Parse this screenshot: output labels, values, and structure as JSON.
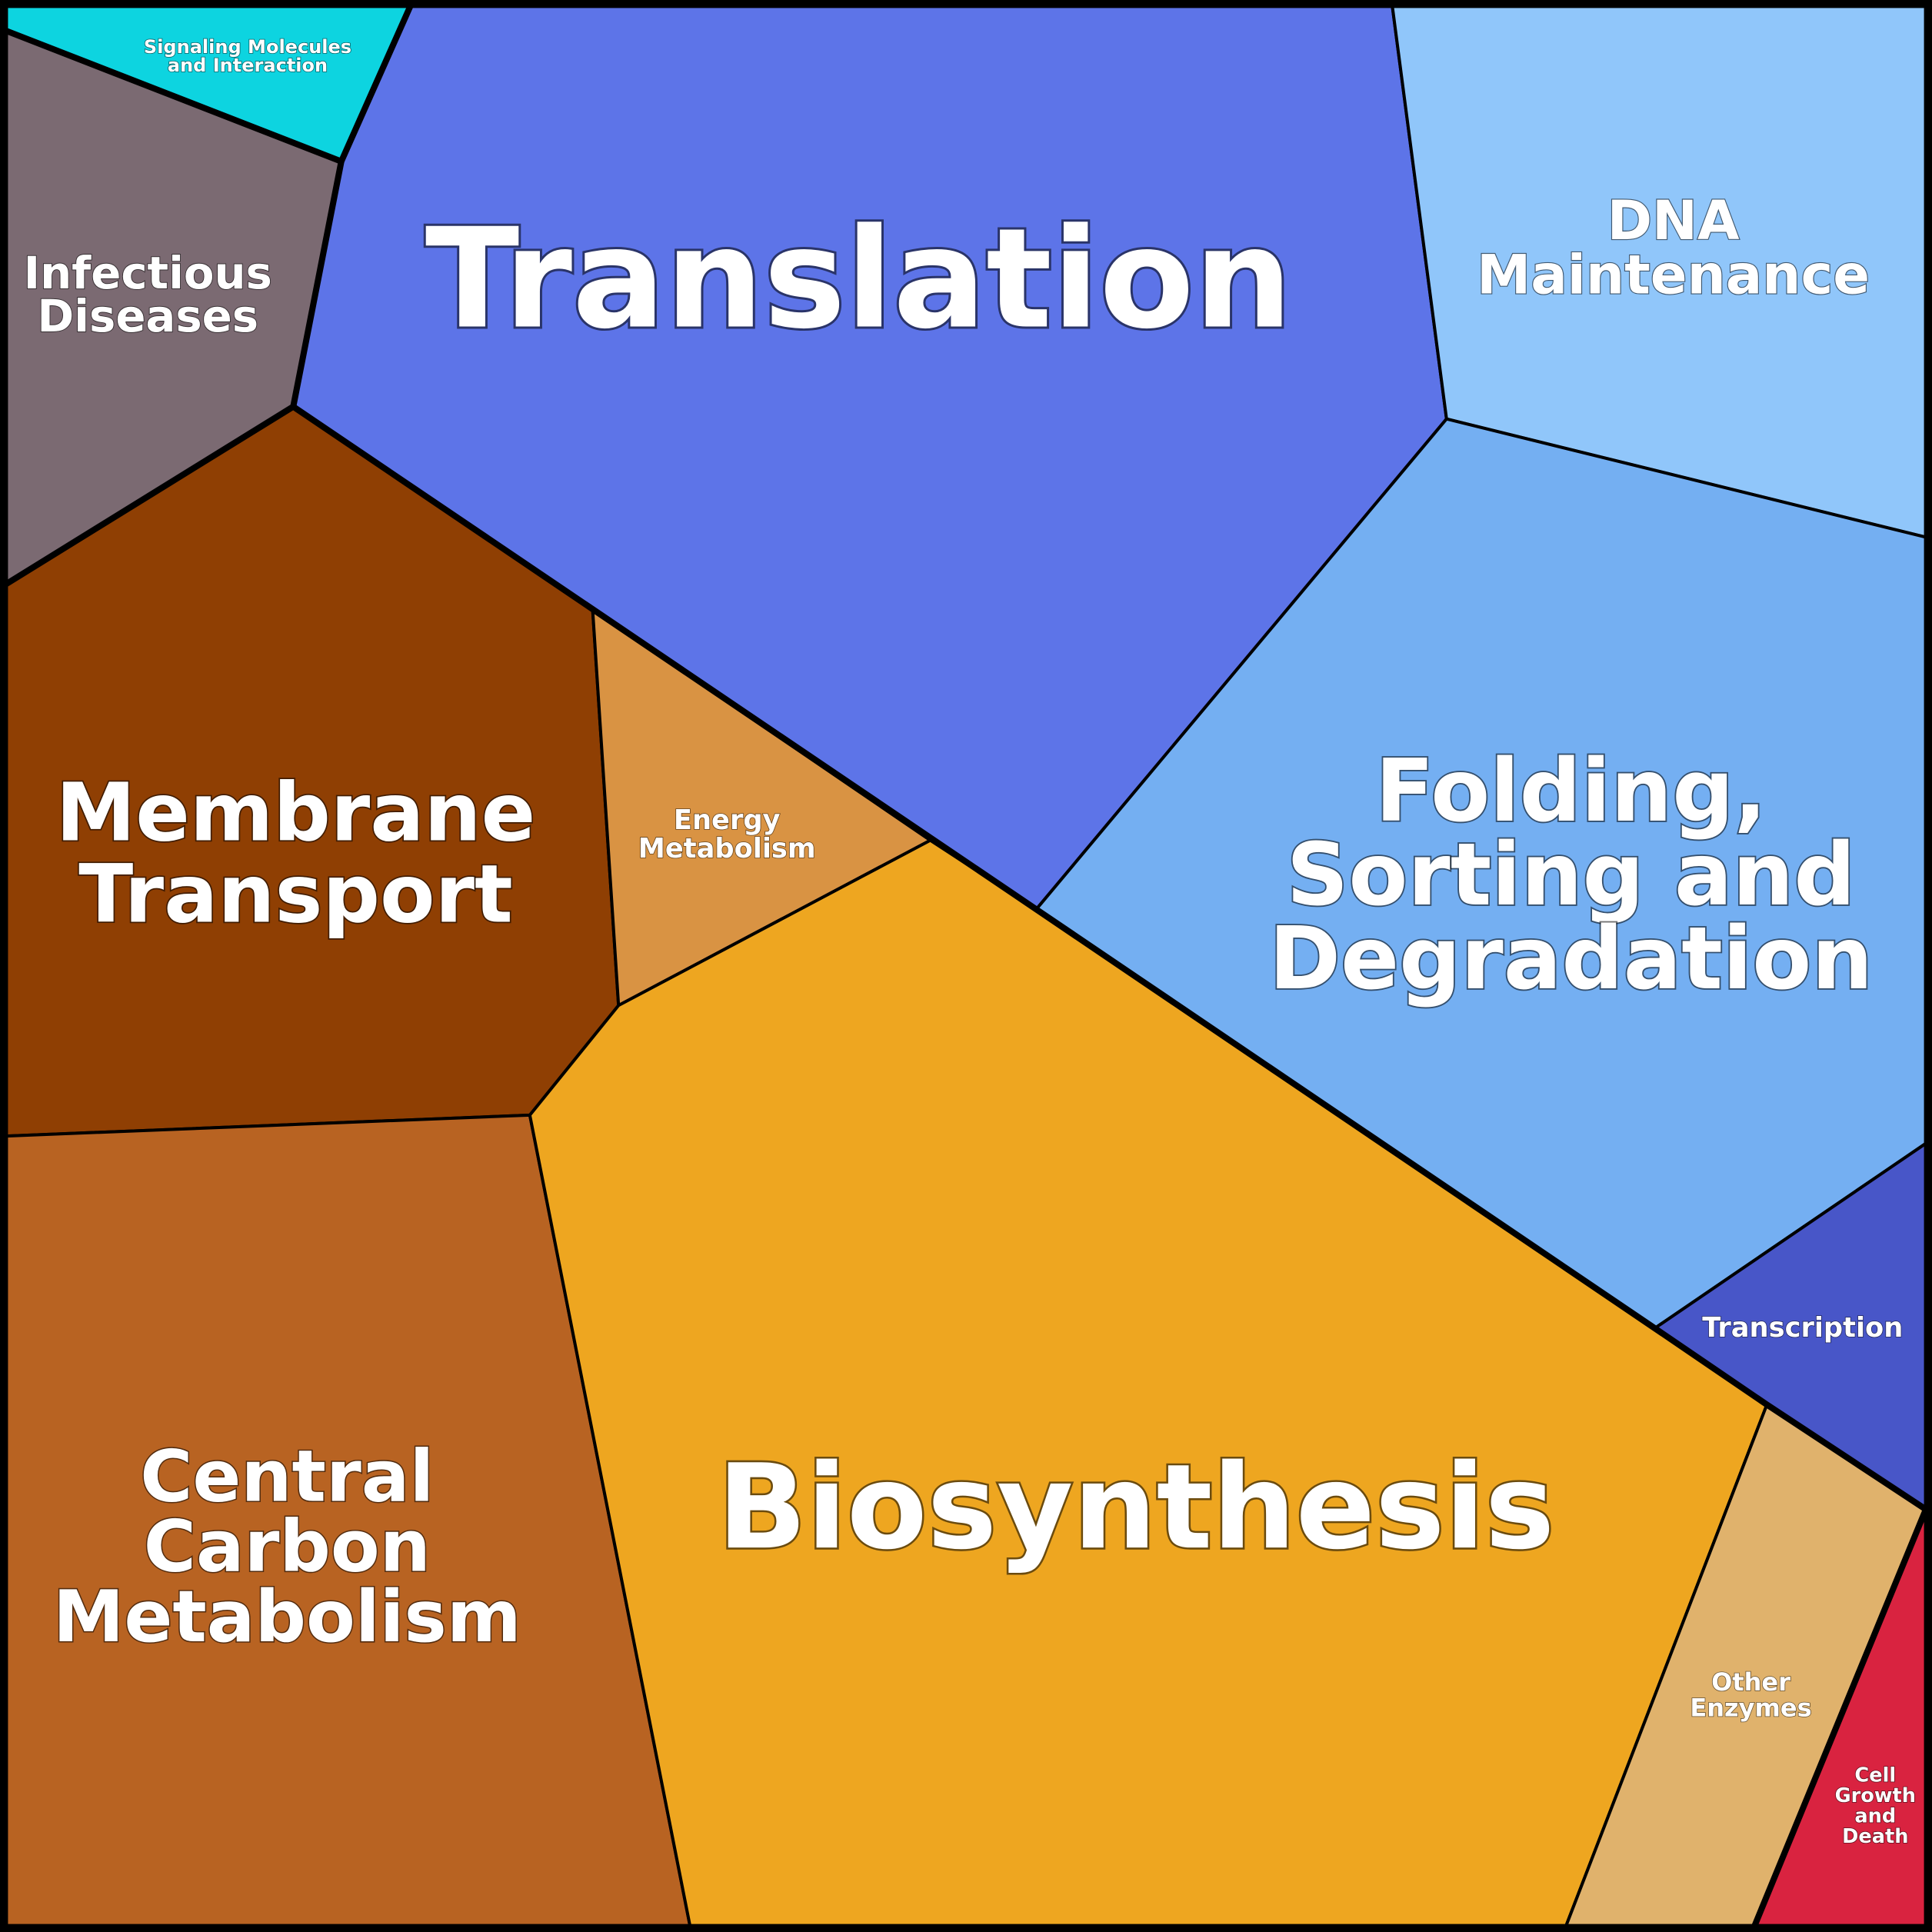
{
  "title": "Voronoi treemap of functional categories",
  "cells": {
    "signaling": {
      "lines": [
        "Signaling Molecules",
        "and Interaction"
      ],
      "color": "#0dd4e0"
    },
    "infectious": {
      "lines": [
        "Infectious",
        "Diseases"
      ],
      "color": "#7b6a72"
    },
    "translation": {
      "lines": [
        "Translation"
      ],
      "color": "#5d74e8"
    },
    "dna": {
      "lines": [
        "DNA",
        "Maintenance"
      ],
      "color": "#90c6fa"
    },
    "folding": {
      "lines": [
        "Folding,",
        "Sorting and",
        "Degradation"
      ],
      "color": "#74aff2"
    },
    "transcription": {
      "lines": [
        "Transcription"
      ],
      "color": "#4856c8"
    },
    "membrane": {
      "lines": [
        "Membrane",
        "Transport"
      ],
      "color": "#8f3f03"
    },
    "energy": {
      "lines": [
        "Energy",
        "Metabolism"
      ],
      "color": "#d99343"
    },
    "central": {
      "lines": [
        "Central",
        "Carbon",
        "Metabolism"
      ],
      "color": "#b86322"
    },
    "biosynthesis": {
      "lines": [
        "Biosynthesis"
      ],
      "color": "#eea620"
    },
    "other": {
      "lines": [
        "Other",
        "Enzymes"
      ],
      "color": "#e0b26c"
    },
    "cellgrowth": {
      "lines": [
        "Cell",
        "Growth",
        "and",
        "Death"
      ],
      "color": "#d92340"
    }
  }
}
